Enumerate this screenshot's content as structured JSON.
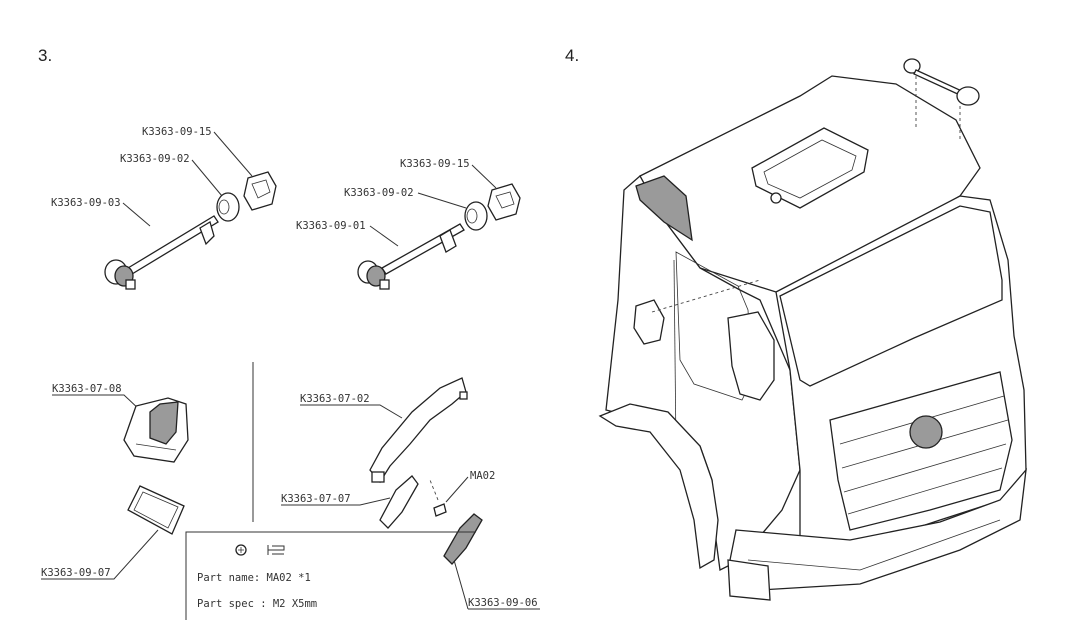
{
  "steps": {
    "step3": "3.",
    "step4": "4."
  },
  "callouts": {
    "a_15": "K3363-09-15",
    "a_02": "K3363-09-02",
    "a_03": "K3363-09-03",
    "b_15": "K3363-09-15",
    "b_02": "K3363-09-02",
    "b_01": "K3363-09-01",
    "c_0708": "K3363-07-08",
    "c_0907": "K3363-09-07",
    "d_0702": "K3363-07-02",
    "d_ma02": "MA02",
    "d_0707": "K3363-07-07",
    "d_0906": "K3363-09-06"
  },
  "hardware_box": {
    "part_name": "Part name: MA02 *1",
    "part_spec": "Part spec : M2 X5mm"
  }
}
